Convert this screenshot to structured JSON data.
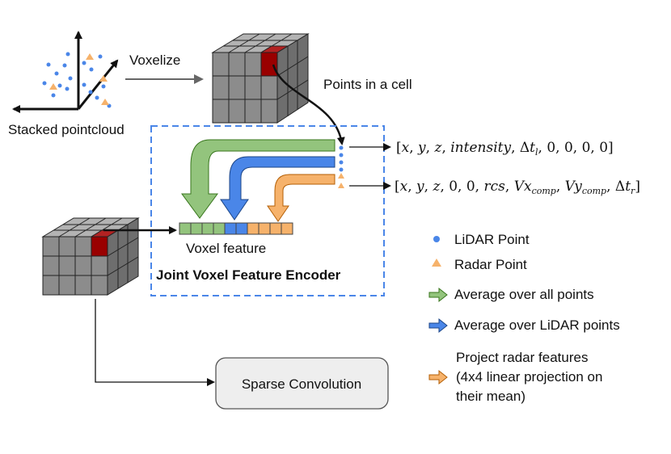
{
  "labels": {
    "voxelize": "Voxelize",
    "stacked_pointcloud": "Stacked pointcloud",
    "points_in_cell": "Points in a cell",
    "voxel_feature": "Voxel feature",
    "encoder_title": "Joint Voxel Feature Encoder",
    "sparse_conv": "Sparse Convolution"
  },
  "legend": {
    "lidar_point": "LiDAR Point",
    "radar_point": "Radar Point",
    "avg_all": "Average over all points",
    "avg_lidar": "Average over LiDAR points",
    "project_line1": "Project radar features",
    "project_line2": "(4x4 linear projection on",
    "project_line3": "their mean)"
  },
  "colors": {
    "green": "#93c47d",
    "blue": "#4a86e8",
    "orange": "#f6b26b",
    "dark_red": "#990000",
    "cube_gray": "#808080",
    "dashed_box": "#4a86e8"
  },
  "feature_vector": {
    "green_cells": 4,
    "blue_cells": 2,
    "orange_cells": 4
  }
}
